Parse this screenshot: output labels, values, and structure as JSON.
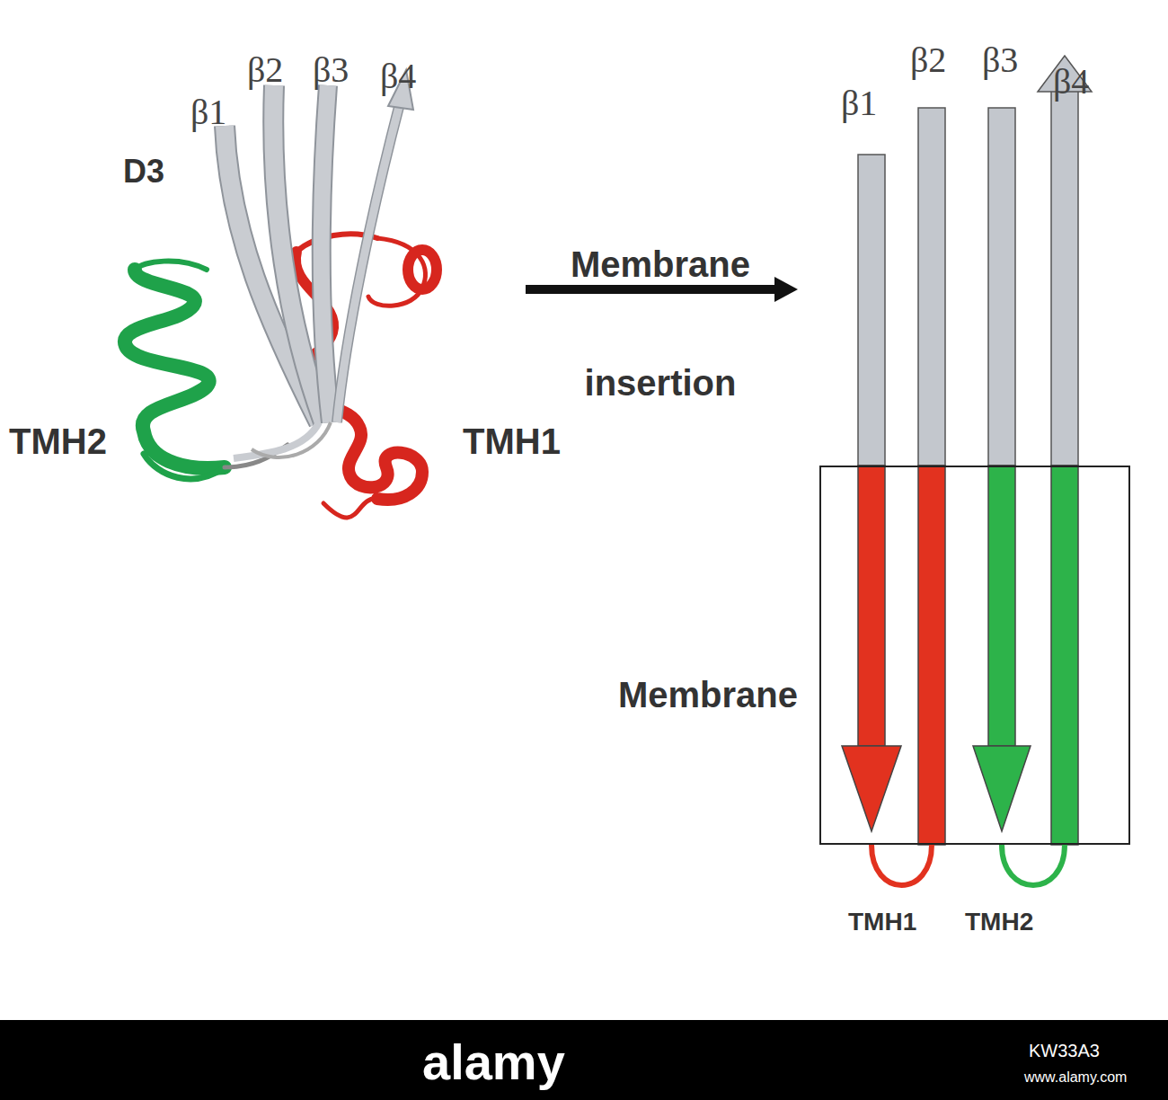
{
  "diagram": {
    "nodes": [
      {
        "text": [
          "Membrane"
        ]
      }
    ],
    "labels": [
      "β1",
      "β2",
      "β3",
      "β4",
      "D3",
      "TMH2",
      "TMH1",
      "Membrane insertion",
      "β1",
      "β2",
      "β3",
      "β4",
      "TMH1",
      "TMH2",
      "alamy",
      "KW33A3",
      "www.alamy.com"
    ]
  }
}
